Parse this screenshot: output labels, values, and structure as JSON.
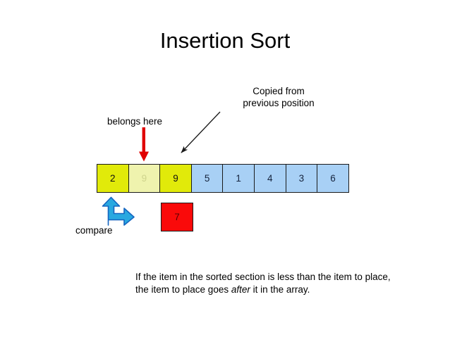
{
  "slide": {
    "title": "Insertion Sort",
    "background_color": "#ffffff"
  },
  "annotations": {
    "copied_line1": "Copied from",
    "copied_line2": "previous position",
    "belongs_here": "belongs here",
    "compare": "compare"
  },
  "array": {
    "cells": [
      {
        "value": "2",
        "state": "sorted"
      },
      {
        "value": "9",
        "state": "faded"
      },
      {
        "value": "9",
        "state": "sorted"
      },
      {
        "value": "5",
        "state": "unsorted"
      },
      {
        "value": "1",
        "state": "unsorted"
      },
      {
        "value": "4",
        "state": "unsorted"
      },
      {
        "value": "3",
        "state": "unsorted"
      },
      {
        "value": "6",
        "state": "unsorted"
      }
    ]
  },
  "item_to_place": {
    "value": "7"
  },
  "caption": {
    "part1": "If the item in the sorted section is less than the item to place, the item to place goes ",
    "emphasis": "after",
    "part2": " it in the array."
  },
  "colors": {
    "sorted": "#e1ea0a",
    "faded": "#eff3ae",
    "unsorted": "#a8d0f5",
    "item_to_place": "#fa0a0a",
    "belongs_arrow": "#e00000",
    "compare_arrow_fill": "#29a8e0",
    "compare_arrow_stroke": "#1565c0",
    "copied_arrow": "#1a1a1a",
    "cell_border": "#1a1a1a"
  }
}
